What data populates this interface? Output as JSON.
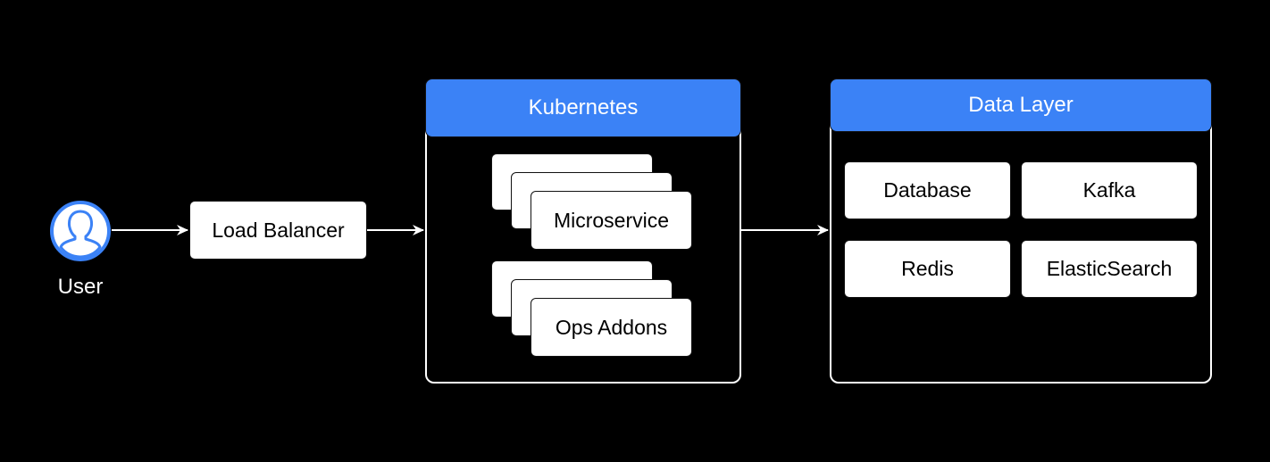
{
  "colors": {
    "background": "#000000",
    "accent": "#3b82f6",
    "box": "#ffffff",
    "line": "#ffffff"
  },
  "user": {
    "label": "User",
    "icon": "user-icon"
  },
  "load_balancer": {
    "label": "Load Balancer"
  },
  "kubernetes": {
    "title": "Kubernetes",
    "microservice_stack": {
      "front_label": "Microservice"
    },
    "ops_stack": {
      "front_label": "Ops Addons"
    }
  },
  "data_layer": {
    "title": "Data Layer",
    "items": [
      "Database",
      "Kafka",
      "Redis",
      "ElasticSearch"
    ]
  }
}
